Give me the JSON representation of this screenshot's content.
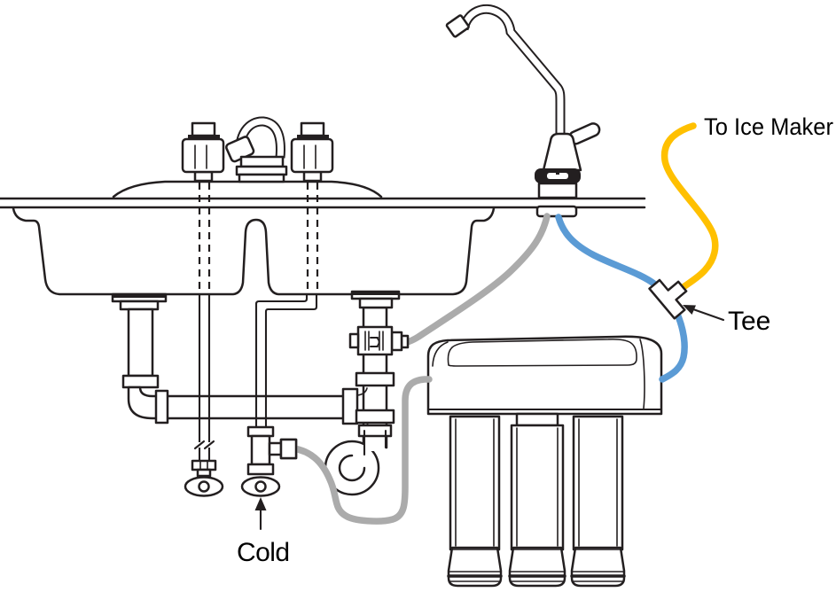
{
  "labels": {
    "ice_maker": "To Ice Maker",
    "tee": "Tee",
    "cold": "Cold"
  },
  "colors": {
    "line": "#231f20",
    "tube_gray": "#ababab",
    "tube_blue": "#5b9bd5",
    "tube_yellow": "#ffc000",
    "label_text": "#000000",
    "background": "#ffffff"
  }
}
